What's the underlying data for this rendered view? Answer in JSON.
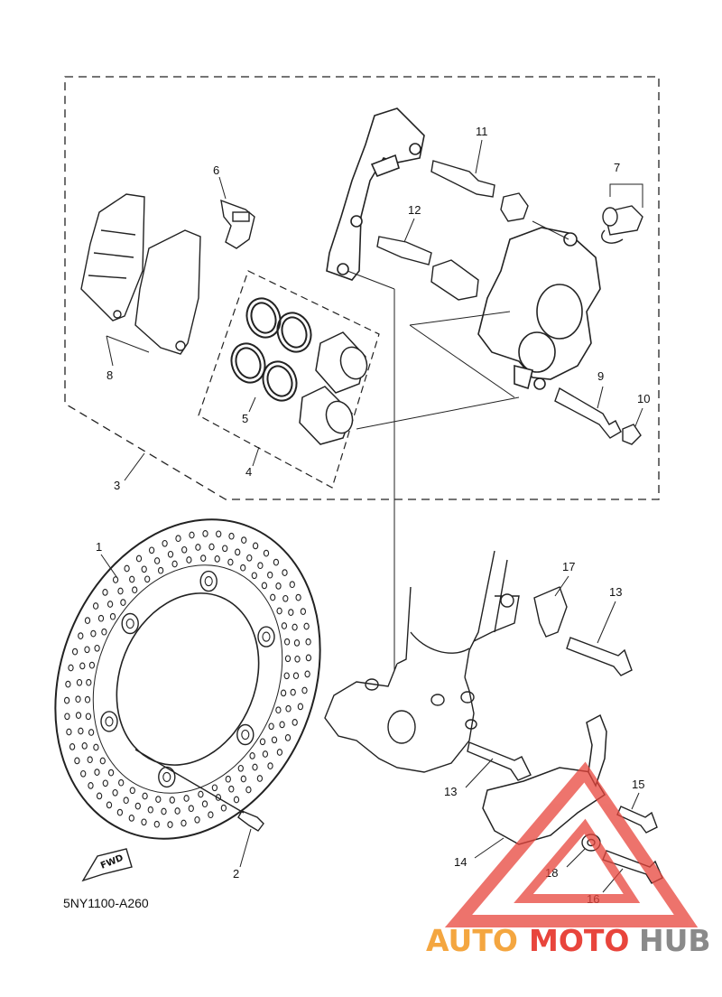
{
  "diagram": {
    "code": "5NY1100-A260",
    "fwd_label": "FWD",
    "callouts": [
      "1",
      "2",
      "3",
      "4",
      "5",
      "6",
      "7",
      "8",
      "9",
      "10",
      "11",
      "12",
      "13",
      "13",
      "14",
      "15",
      "16",
      "17",
      "18"
    ]
  },
  "watermark": {
    "part1": "AUTO",
    "part2": "MOTO",
    "part3": "HUB",
    "colors": {
      "orange": "#f4a640",
      "red": "#e8453c",
      "gray": "#8a8a8a"
    }
  }
}
